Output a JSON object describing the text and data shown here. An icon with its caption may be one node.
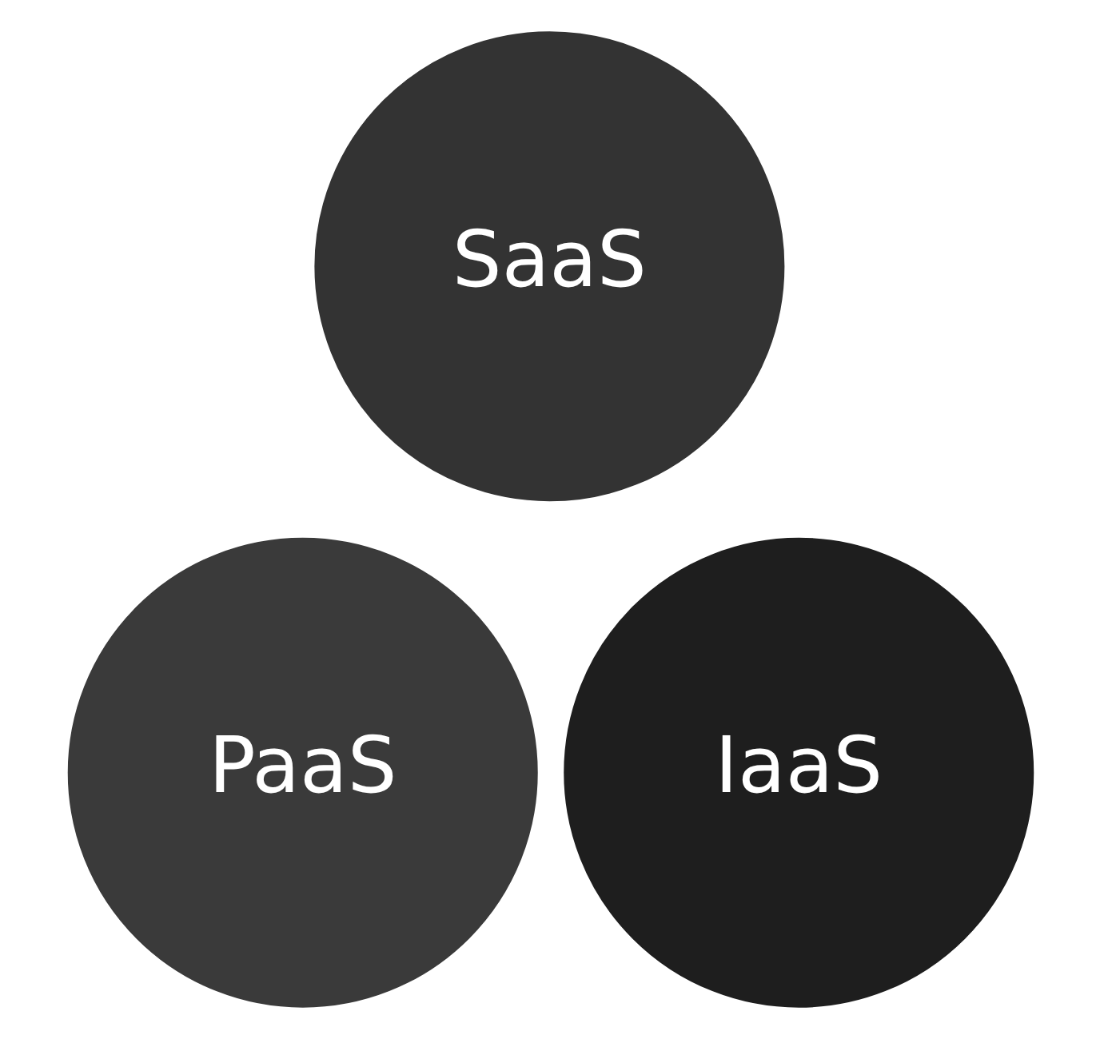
{
  "diagram": {
    "nodes": [
      {
        "text": [
          "SaaS"
        ]
      },
      {
        "text": [
          "PaaS"
        ]
      },
      {
        "text": [
          "IaaS"
        ]
      }
    ],
    "edges": []
  }
}
